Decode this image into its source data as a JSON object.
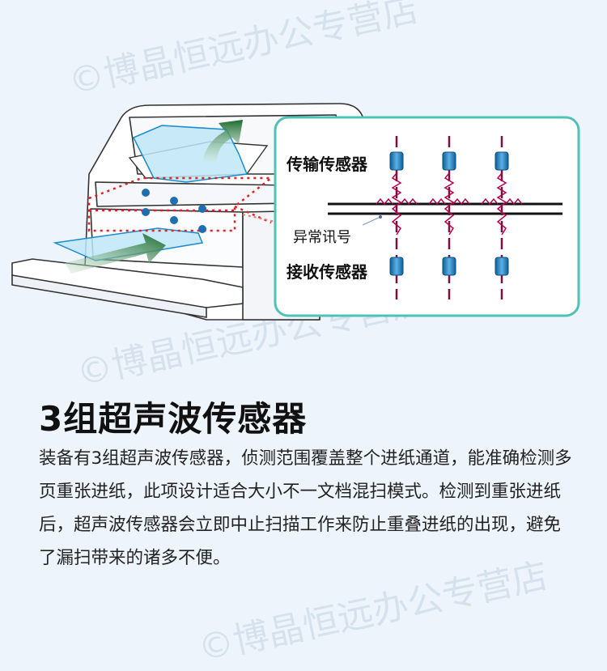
{
  "watermark": {
    "text_1": "©博晶恒远办公专营店",
    "text_2": "©博晶恒远办公专营店",
    "text_3": "©博晶恒远办公专营店"
  },
  "diagram": {
    "label_transmit": "传输传感器",
    "label_signal": "异常讯号",
    "label_receive": "接收传感器"
  },
  "colors": {
    "accent_teal": "#4fc2b8",
    "sensor_blue": "#1f7fc1",
    "line_maroon": "#7a1040",
    "dotted_red": "#e02020",
    "background": "#eef4fb"
  },
  "content": {
    "title": "3组超声波传感器",
    "description": "装备有3组超声波传感器，侦测范围覆盖整个进纸通道，能准确检测多页重张进纸，此项设计适合大小不一文档混扫模式。检测到重张进纸后，超声波传感器会立即中止扫描工作来防止重叠进纸的出现，避免了漏扫带来的诸多不便。"
  }
}
